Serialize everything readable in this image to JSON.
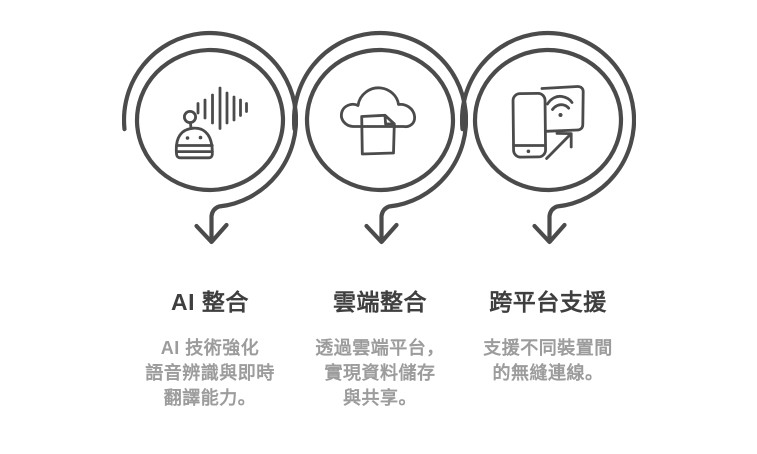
{
  "colors": {
    "background": "#ffffff",
    "line": "#4b4b4b",
    "title": "#3f3f3f",
    "description": "#9c9c9c"
  },
  "features": [
    {
      "icon": "robot-voice-waveform",
      "title": "AI 整合",
      "description_lines": [
        "AI 技術強化",
        "語音辨識與即時",
        "翻譯能力。"
      ]
    },
    {
      "icon": "cloud-document",
      "title": "雲端整合",
      "description_lines": [
        "透過雲端平台，",
        "實現資料儲存",
        "與共享。"
      ]
    },
    {
      "icon": "phone-tablet-sync",
      "title": "跨平台支援",
      "description_lines": [
        "支援不同裝置間",
        "的無縫連線。"
      ]
    }
  ]
}
